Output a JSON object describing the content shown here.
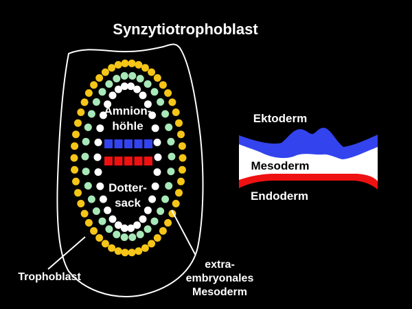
{
  "title": "Synzytiotrophoblast",
  "embryo": {
    "amnion_line1": "Amnion-",
    "amnion_line2": "höhle",
    "yolk_line1": "Dotter-",
    "yolk_line2": "sack",
    "trophoblast_label": "Trophoblast",
    "extra_line1": "extra-",
    "extra_line2": "embryonales",
    "extra_line3": "Mesoderm"
  },
  "layers": {
    "ektoderm": "Ektoderm",
    "mesoderm": "Mesoderm",
    "endoderm": "Endoderm"
  },
  "colors": {
    "trophoblast": "#f5c518",
    "mesoderm_dots": "#a8e8b8",
    "inner_dots": "#ffffff",
    "ektoderm": "#3344ee",
    "endoderm": "#ee1111"
  }
}
